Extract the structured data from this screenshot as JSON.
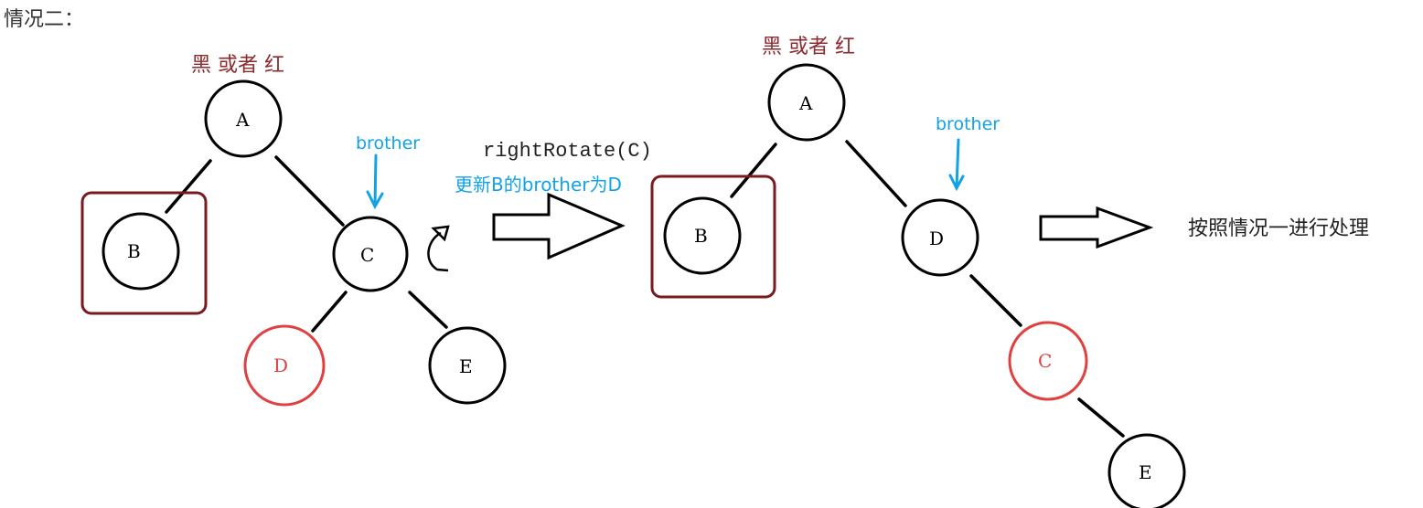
{
  "title": "情况二：",
  "left_tree": {
    "root_color_note": "黑 或者 红",
    "brother_label": "brother",
    "nodes": {
      "A": "A",
      "B": "B",
      "C": "C",
      "D": "D",
      "E": "E"
    }
  },
  "operation": {
    "label": "rightRotate(C)",
    "note": "更新B的brother为D"
  },
  "right_tree": {
    "root_color_note": "黑 或者 红",
    "brother_label": "brother",
    "nodes": {
      "A": "A",
      "B": "B",
      "C": "C",
      "D": "D",
      "E": "E"
    }
  },
  "next_step": "按照情况一进行处理",
  "colors": {
    "black_node": "#000000",
    "red_node": "#e0403f",
    "highlight_box": "#7a1a1f",
    "annotation": "#12a2e8",
    "color_note": "#8b2a2f"
  }
}
